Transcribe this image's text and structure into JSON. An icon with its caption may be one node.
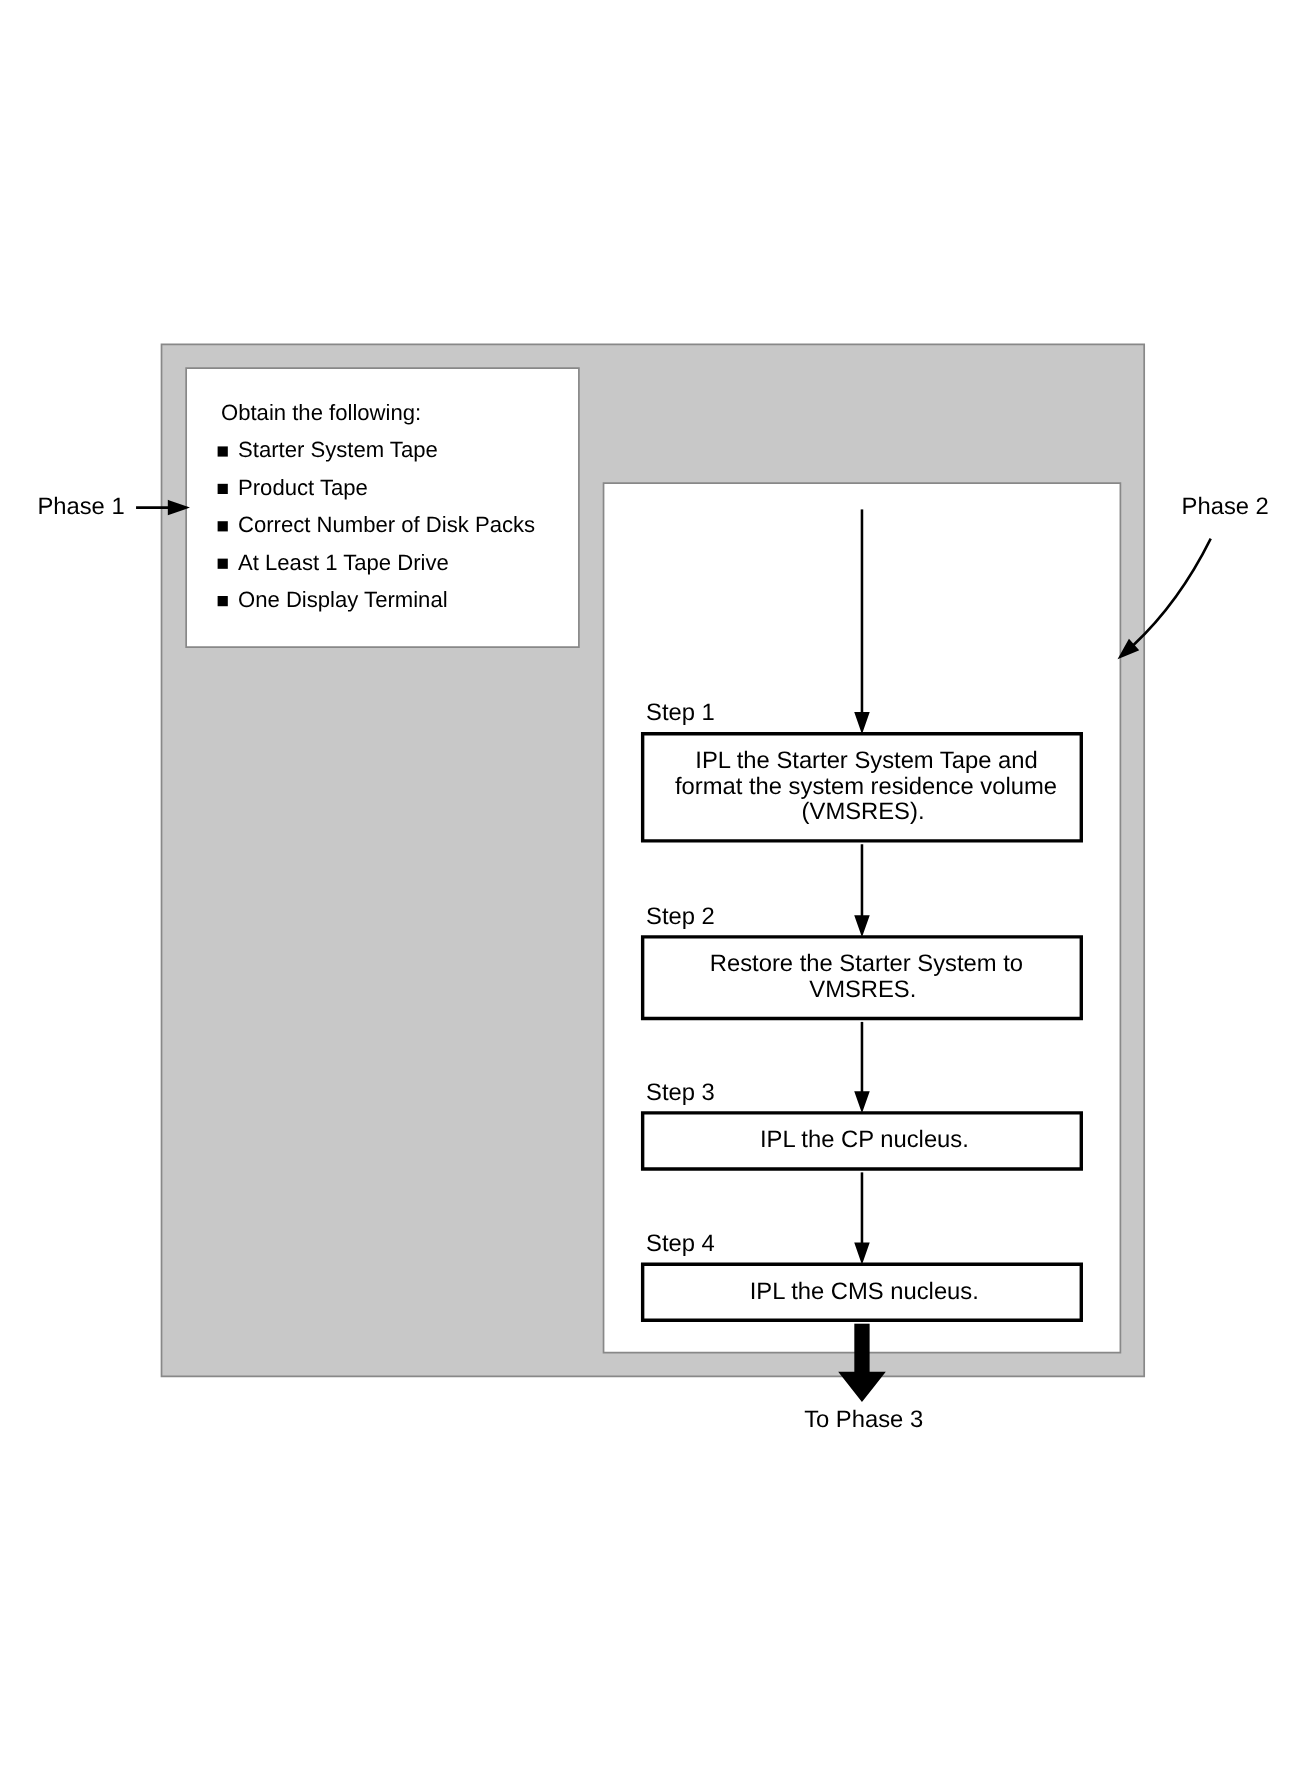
{
  "diagram": {
    "nodes": [
      {
        "text": [
          "Phase 1"
        ]
      },
      {
        "text": [],
        "shape": "box"
      },
      {
        "text": [
          "Obtain the following:",
          "Starter System Tape",
          "Product Tape",
          "Correct Number of Disk Packs",
          "At Least 1 Tape Drive",
          "One Display Terminal"
        ],
        "in": 1
      },
      {
        "text": [
          "Phase 2"
        ]
      },
      {
        "text": [],
        "shape": "box",
        "in": 1
      },
      {
        "text": [
          "Step 1",
          "IPL the Starter System Tape and format the system residence volume (VMSRES)."
        ],
        "in": 4
      },
      {
        "text": [
          "Step 2",
          "Restore the Starter System to VMSRES."
        ],
        "in": 4
      },
      {
        "text": [
          "Step 3",
          "IPL the CP nucleus."
        ],
        "in": 4
      },
      {
        "text": [
          "Step 4",
          "IPL the CMS nucleus."
        ],
        "in": 4
      },
      {
        "text": [
          "To Phase 3"
        ]
      }
    ],
    "edges": [
      {
        "from": 0,
        "to": 2,
        "arrow": "to"
      },
      {
        "from": 3,
        "to": 4,
        "arrow": "to"
      },
      {
        "from": null,
        "to": 5,
        "arrow": "to"
      },
      {
        "from": 5,
        "to": 6,
        "arrow": "to"
      },
      {
        "from": 6,
        "to": 7,
        "arrow": "to"
      },
      {
        "from": 7,
        "to": 8,
        "arrow": "to"
      },
      {
        "from": 8,
        "to": 9,
        "arrow": "to",
        "style": "thick"
      }
    ]
  }
}
